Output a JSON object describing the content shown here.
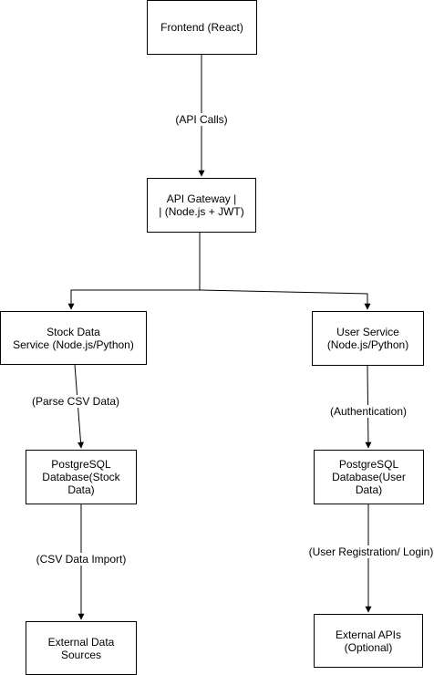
{
  "nodes": {
    "frontend": "Frontend (React)",
    "gateway": "API Gateway |\n| (Node.js + JWT)",
    "stock_service": "Stock Data\nService  (Node.js/Python)",
    "user_service": "User Service\n(Node.js/Python)",
    "stock_db": "PostgreSQL\nDatabase(Stock\nData)",
    "user_db": "PostgreSQL\nDatabase(User Data)",
    "external_data": "External Data\nSources",
    "external_apis": "External APIs\n(Optional)"
  },
  "edges": {
    "api_calls": "(API Calls)",
    "parse_csv": "(Parse CSV Data)",
    "authentication": "(Authentication)",
    "csv_import": "(CSV Data Import)",
    "user_registration": "(User Registration/ Login)"
  }
}
